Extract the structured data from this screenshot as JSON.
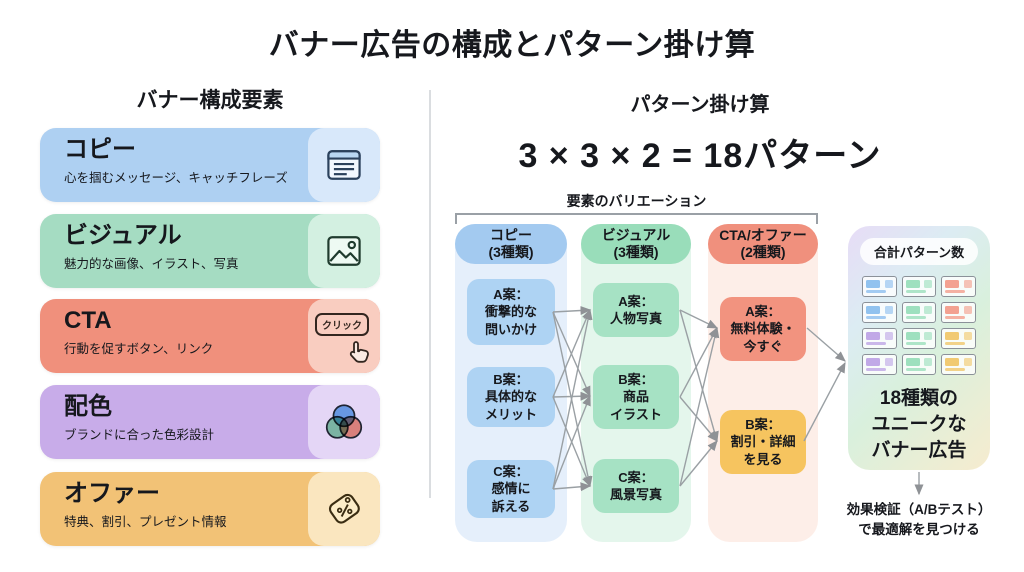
{
  "title": "バナー広告の構成とパターン掛け算",
  "left": {
    "heading": "バナー構成要素",
    "cards": [
      {
        "title": "コピー",
        "desc": "心を掴むメッセージ、キャッチフレーズ",
        "icon": "document-icon",
        "bg": "#aed0f2"
      },
      {
        "title": "ビジュアル",
        "desc": "魅力的な画像、イラスト、写真",
        "icon": "image-icon",
        "bg": "#a5dcc2"
      },
      {
        "title": "CTA",
        "desc": "行動を促すボタン、リンク",
        "icon": "click-icon",
        "bg": "#f0907c",
        "click_label": "クリック"
      },
      {
        "title": "配色",
        "desc": "ブランドに合った色彩設計",
        "icon": "venn-icon",
        "bg": "#c8ace9"
      },
      {
        "title": "オファー",
        "desc": "特典、割引、プレゼント情報",
        "icon": "tag-icon",
        "bg": "#f2c276"
      }
    ]
  },
  "right": {
    "heading": "パターン掛け算",
    "formula": "3 × 3 × 2 = 18パターン",
    "variation_label": "要素のバリエーション",
    "columns": [
      {
        "title": "コピー",
        "count": "(3種類)",
        "items": [
          "A案：\n衝撃的な\n問いかけ",
          "B案：\n具体的な\nメリット",
          "C案：\n感情に\n訴える"
        ]
      },
      {
        "title": "ビジュアル",
        "count": "(3種類)",
        "items": [
          "A案：\n人物写真",
          "B案：\n商品\nイラスト",
          "C案：\n風景写真"
        ]
      },
      {
        "title": "CTA/オファー",
        "count": "(2種類)",
        "items": [
          "A案：\n無料体験・\n今すぐ",
          "B案：\n割引・詳細\nを見る"
        ]
      }
    ],
    "panel": {
      "header": "合計パターン数",
      "result": "18種類の\nユニークな\nバナー広告",
      "grid_colors": [
        "#7fb7ec",
        "#8edbb4",
        "#f2917e",
        "#7fb7ec",
        "#8edbb4",
        "#f2917e",
        "#b79ae3",
        "#8edbb4",
        "#f0c15a",
        "#b79ae3",
        "#8edbb4",
        "#f0c15a"
      ]
    },
    "caption": "効果検証（A/Bテスト）\nで最適解を見つける"
  },
  "colors": {
    "copy_blue": "#aed3f3",
    "visual_green": "#a6e2c4",
    "cta_salmon": "#f2937f",
    "palette_purple": "#c8ace9",
    "offer_yellow": "#f2c276",
    "cta_b_yellow": "#f6c45f",
    "arrow_gray": "#9aa0a4"
  }
}
